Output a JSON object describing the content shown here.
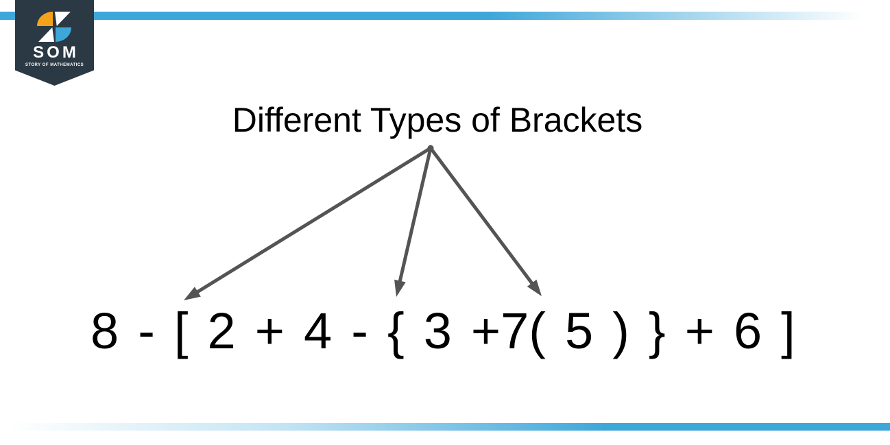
{
  "brand": {
    "name": "SOM",
    "tagline": "STORY OF MATHEMATICS"
  },
  "colors": {
    "accent_blue": "#3ea7da",
    "badge_navy": "#2b3944",
    "logo_orange": "#f5a21b",
    "arrow_gray": "#545454",
    "text_black": "#000000"
  },
  "diagram": {
    "title": "Different Types of Brackets",
    "expression": "8 - [ 2 + 4 - { 3 +7( 5 ) } + 6 ]",
    "arrows": [
      {
        "target": "square-bracket"
      },
      {
        "target": "curly-bracket"
      },
      {
        "target": "parenthesis"
      }
    ]
  }
}
